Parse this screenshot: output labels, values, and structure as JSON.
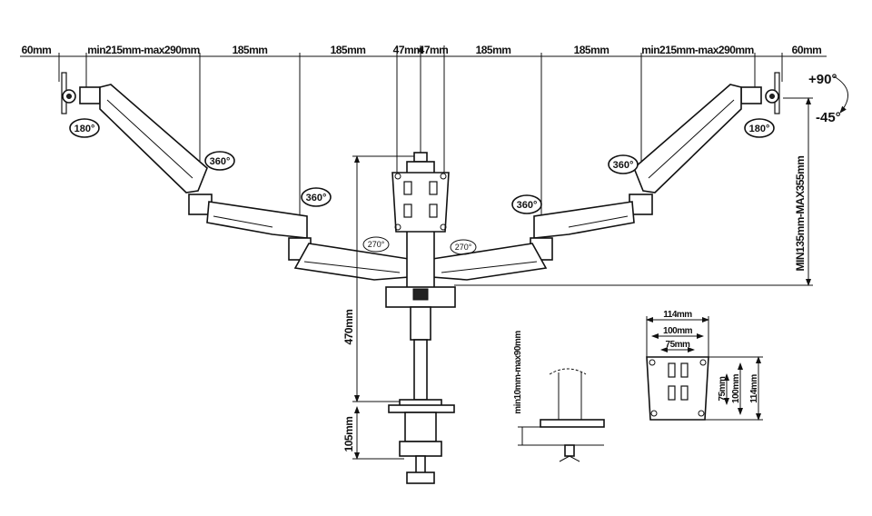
{
  "top_dimensions": [
    "60mm",
    "min215mm-max290mm",
    "185mm",
    "185mm",
    "47mm",
    "47mm",
    "185mm",
    "185mm",
    "min215mm-max290mm",
    "60mm"
  ],
  "tilt": {
    "up": "+90°",
    "down": "-45°"
  },
  "rotations": {
    "swivel_left": "180°",
    "swivel_right": "180°",
    "r1": "360°",
    "r2": "360°",
    "r3": "360°",
    "r4": "360°",
    "plate_left": "270°",
    "plate_right": "270°"
  },
  "height_range": "MIN135mm-MAX355mm",
  "pole_height": "470mm",
  "clamp_height": "105mm",
  "clamp_range": "min10mm-max90mm",
  "vesa": {
    "w114": "114mm",
    "w100": "100mm",
    "w75": "75mm",
    "h75": "75mm",
    "h100": "100mm",
    "h114": "114mm"
  }
}
